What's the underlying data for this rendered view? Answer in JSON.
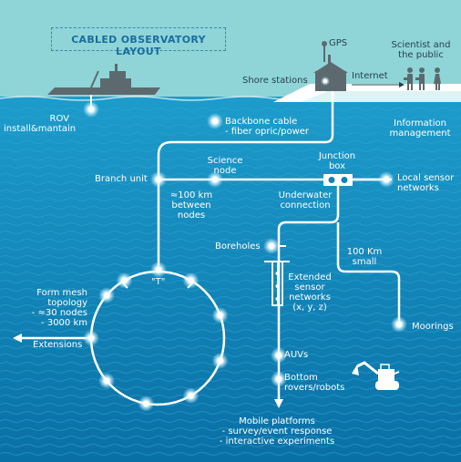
{
  "title": "CABLED OBSERVATORY LAYOUT",
  "labels": {
    "gps": "GPS",
    "scientist_line1": "Scientist and",
    "scientist_line2": "the public",
    "internet": "Internet",
    "shore_stations": "Shore stations",
    "rov_line1": "ROV",
    "rov_line2": "install&mantain",
    "backbone_line1": "Backbone cable",
    "backbone_line2": "- fiber opric/power",
    "info_line1": "Information",
    "info_line2": "management",
    "branch_unit": "Branch unit",
    "science_line1": "Science",
    "science_line2": "node",
    "junction_line1": "Junction",
    "junction_line2": "box",
    "local_line1": "Local sensor",
    "local_line2": "networks",
    "dist_line1": "≈100 km",
    "dist_line2": "between",
    "dist_line3": "nodes",
    "underwater_line1": "Underwater",
    "underwater_line2": "connection",
    "boreholes": "Boreholes",
    "hundred_line1": "100 Km",
    "hundred_line2": "small",
    "extended_line1": "Extended",
    "extended_line2": "sensor",
    "extended_line3": "networks",
    "extended_line4": "(x, y, z)",
    "mesh_line1": "Form mesh",
    "mesh_line2": "topology",
    "mesh_line3": "- ≈30 nodes",
    "mesh_line4": "- 3000 km",
    "t_label": "\"T\"",
    "extensions": "Extensions",
    "moorings": "Moorings",
    "auvs": "AUVs",
    "bottom_line1": "Bottom",
    "bottom_line2": "rovers/robots",
    "mobile_line1": "Mobile platforms",
    "mobile_line2": "- survey/event response",
    "mobile_line3": "- interactive experiments"
  },
  "colors": {
    "sky": "#8fd5d8",
    "ocean_top": "#1d9ccb",
    "ocean_bottom": "#0a6fa5",
    "cable": "#ffffff",
    "ship": "#5c6a70",
    "land": "#ffffff",
    "title": "#1a6d9e"
  },
  "icons": [
    "ship-icon",
    "shore-station-icon",
    "gps-icon",
    "people-icon",
    "junction-box-icon",
    "borehole-icon",
    "excavator-robot-icon"
  ]
}
